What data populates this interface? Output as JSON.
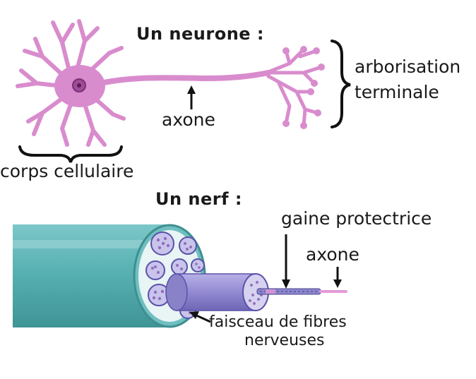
{
  "neuron": {
    "title": "Un neurone :",
    "label_terminal_line1": "arborisation",
    "label_terminal_line2": "terminale",
    "label_axon": "axone",
    "label_cell_body": "corps cellulaire"
  },
  "nerve": {
    "title": "Un nerf :",
    "label_sheath": "gaine protectrice",
    "label_axon": "axone",
    "label_bundle_line1": "faisceau de fibres",
    "label_bundle_line2": "nerveuses"
  },
  "colors": {
    "neuron": "#d98ccd",
    "nucleus": "#9b3f93",
    "nerve": "#5fb3b5",
    "bundle": "#9a92d6"
  }
}
